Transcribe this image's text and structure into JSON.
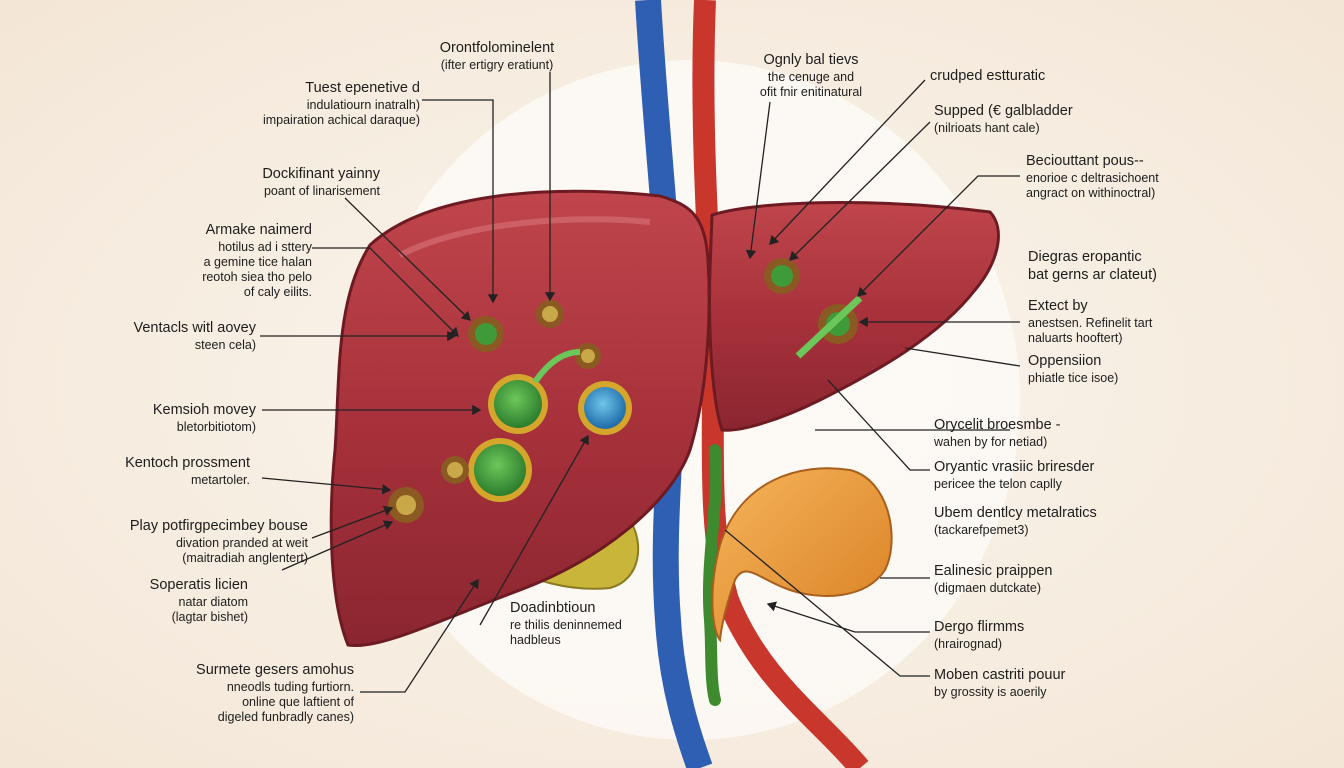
{
  "colors": {
    "background": "#f6ede2",
    "liver": "#a8313a",
    "liver_dark": "#6e1a22",
    "vein": "#2f5fb3",
    "artery": "#c8362c",
    "gallbladder": "#e89a3c",
    "nodule_green": "#3f9b3a",
    "nodule_blue": "#2f86c7",
    "nodule_ring": "#d4a72c"
  },
  "labels": [
    {
      "lines": [
        "Orontfolominelent",
        "(ifter ertigry eratiunt)"
      ]
    },
    {
      "lines": [
        "Tuest epenetive d",
        "indulatiourn inatralh)",
        "impairation achical daraque)"
      ]
    },
    {
      "lines": [
        "Dockifinant yainny",
        "poant of linarisement"
      ]
    },
    {
      "lines": [
        "Armake naimerd",
        "hotilus ad i sttery",
        "a gemine tice halan",
        "reotoh siea tho pelo",
        "of caly eilits."
      ]
    },
    {
      "lines": [
        "Ventacls witl aovey",
        "steen cela)"
      ]
    },
    {
      "lines": [
        "Kemsioh movey",
        "bletorbitiotom)"
      ]
    },
    {
      "lines": [
        "Kentoch prossment",
        "metartoler."
      ]
    },
    {
      "lines": [
        "Play potfirgpecimbey bouse",
        "divation pranded at weit",
        "(maitradiah anglentert)"
      ]
    },
    {
      "lines": [
        "Soperatis licien",
        "natar diatom",
        "(lagtar bishet)"
      ]
    },
    {
      "lines": [
        "Surmete gesers amohus",
        "nneodls tuding furtiorn.",
        "online que laftient of",
        "digeled funbradly canes)"
      ]
    },
    {
      "lines": [
        "Doadinbtioun",
        "re thilis deninnemed",
        "hadbleus"
      ]
    },
    {
      "lines": [
        "Ognly bal tievs",
        "the cenuge and",
        "ofit fnir enitinatural"
      ]
    },
    {
      "lines": [
        "crudped estturatic"
      ]
    },
    {
      "lines": [
        "Supped (€ galbladder",
        "(nilrioats hant cale)"
      ]
    },
    {
      "lines": [
        "Beciouttant pous--",
        "enorioe c deltrasichoent",
        "angract on withinoctral)"
      ]
    },
    {
      "lines": [
        "Diegras eropantic",
        "bat gerns ar clateut)"
      ]
    },
    {
      "lines": [
        "Extect by",
        "anestsen. Refinelit tart",
        "naluarts hooftert)"
      ]
    },
    {
      "lines": [
        "Oppensiion",
        "phiatle tice isoe)"
      ]
    },
    {
      "lines": [
        "Orycelit broesmbe -",
        "wahen by for netiad)"
      ]
    },
    {
      "lines": [
        "Oryantic vrasiic briresder",
        "pericee the telon caplly"
      ]
    },
    {
      "lines": [
        "Ubem dentlcy metalratics",
        "(tackarefpemet3)"
      ]
    },
    {
      "lines": [
        "Ealinesic praippen",
        "(digmaen dutckate)"
      ]
    },
    {
      "lines": [
        "Dergo flirmms",
        "(hrairognad)"
      ]
    },
    {
      "lines": [
        "Moben castriti pouur",
        "by grossity is aoerily"
      ]
    }
  ]
}
